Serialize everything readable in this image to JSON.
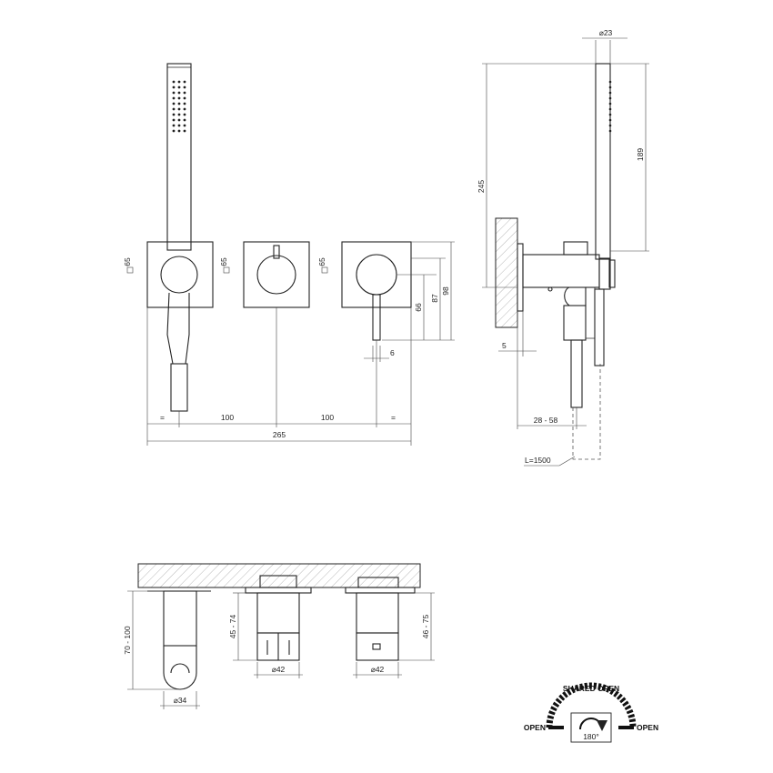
{
  "front_view": {
    "plate_left_size": "65",
    "plate_mid_size": "65",
    "plate_right_size": "65",
    "lever_height_66": "66",
    "lever_height_87": "87",
    "plate_height_98": "98",
    "lever_width": "6",
    "eq_left": "=",
    "eq_right": "=",
    "spacing_left": "100",
    "spacing_right": "100",
    "total_width": "265"
  },
  "side_view": {
    "diameter_top": "23",
    "handshower_length": "189",
    "total_height": "245",
    "wall_offset": "5",
    "installation_depth": "28 - 58",
    "hose_length": "L=1500"
  },
  "top_view": {
    "holder_projection": "70 - 100",
    "holder_diameter": "34",
    "diverter_projection": "45 - 74",
    "diverter_diameter": "42",
    "mixer_projection": "46 - 75",
    "mixer_diameter": "42"
  },
  "rotation_icon": {
    "shared_open": "SHARED OPEN",
    "open_left": "OPEN",
    "open_right": "OPEN",
    "angle": "180°"
  }
}
